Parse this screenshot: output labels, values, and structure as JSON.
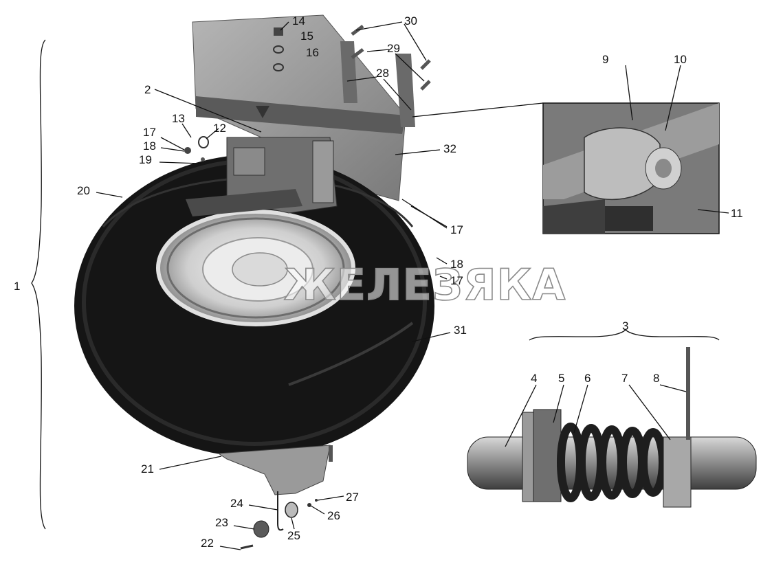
{
  "watermark": "ЖЕЛЕЗЯКА",
  "callouts": {
    "n1": "1",
    "n2": "2",
    "n3": "3",
    "n4": "4",
    "n5": "5",
    "n6": "6",
    "n7": "7",
    "n8": "8",
    "n9": "9",
    "n10": "10",
    "n11": "11",
    "n12": "12",
    "n13": "13",
    "n14": "14",
    "n15": "15",
    "n16": "16",
    "n17a": "17",
    "n17b": "17",
    "n17c": "17",
    "n18a": "18",
    "n18b": "18",
    "n19": "19",
    "n20": "20",
    "n21": "21",
    "n22": "22",
    "n23": "23",
    "n24": "24",
    "n25": "25",
    "n26": "26",
    "n27": "27",
    "n28": "28",
    "n29": "29",
    "n30": "30",
    "n31": "31",
    "n32": "32"
  },
  "colors": {
    "tire": "#151515",
    "tire_tread": "#2a2a2a",
    "rim": "#d9d9d9",
    "bracket": "#9a9a9a",
    "bracket_dark": "#5a5a5a",
    "line": "#111111"
  }
}
